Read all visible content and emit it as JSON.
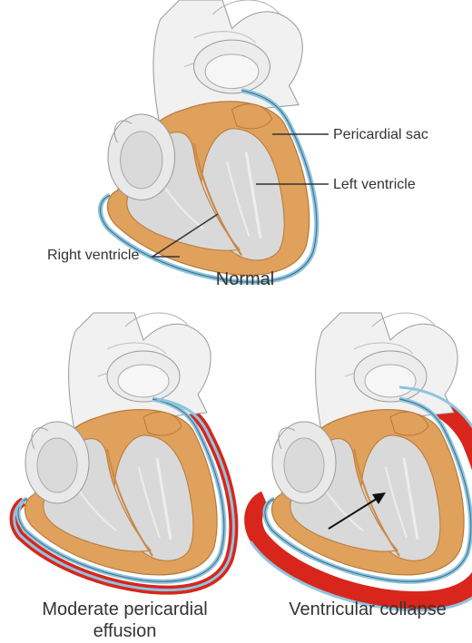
{
  "labels": {
    "pericardial_sac": "Pericardial sac",
    "left_ventricle": "Left ventricle",
    "right_ventricle": "Right ventricle"
  },
  "captions": {
    "normal": "Normal",
    "moderate_line1": "Moderate pericardial",
    "moderate_line2": "effusion",
    "collapse": "Ventricular collapse"
  },
  "colors": {
    "myocardium": "#e0a15c",
    "myocardium_edge": "#b87a3a",
    "cavity": "#d9d9d9",
    "vessel": "#f1f1f1",
    "vessel_edge": "#9a9a9a",
    "pericardium": "#8fc4de",
    "effusion": "#d8261c",
    "leader": "#333333"
  }
}
